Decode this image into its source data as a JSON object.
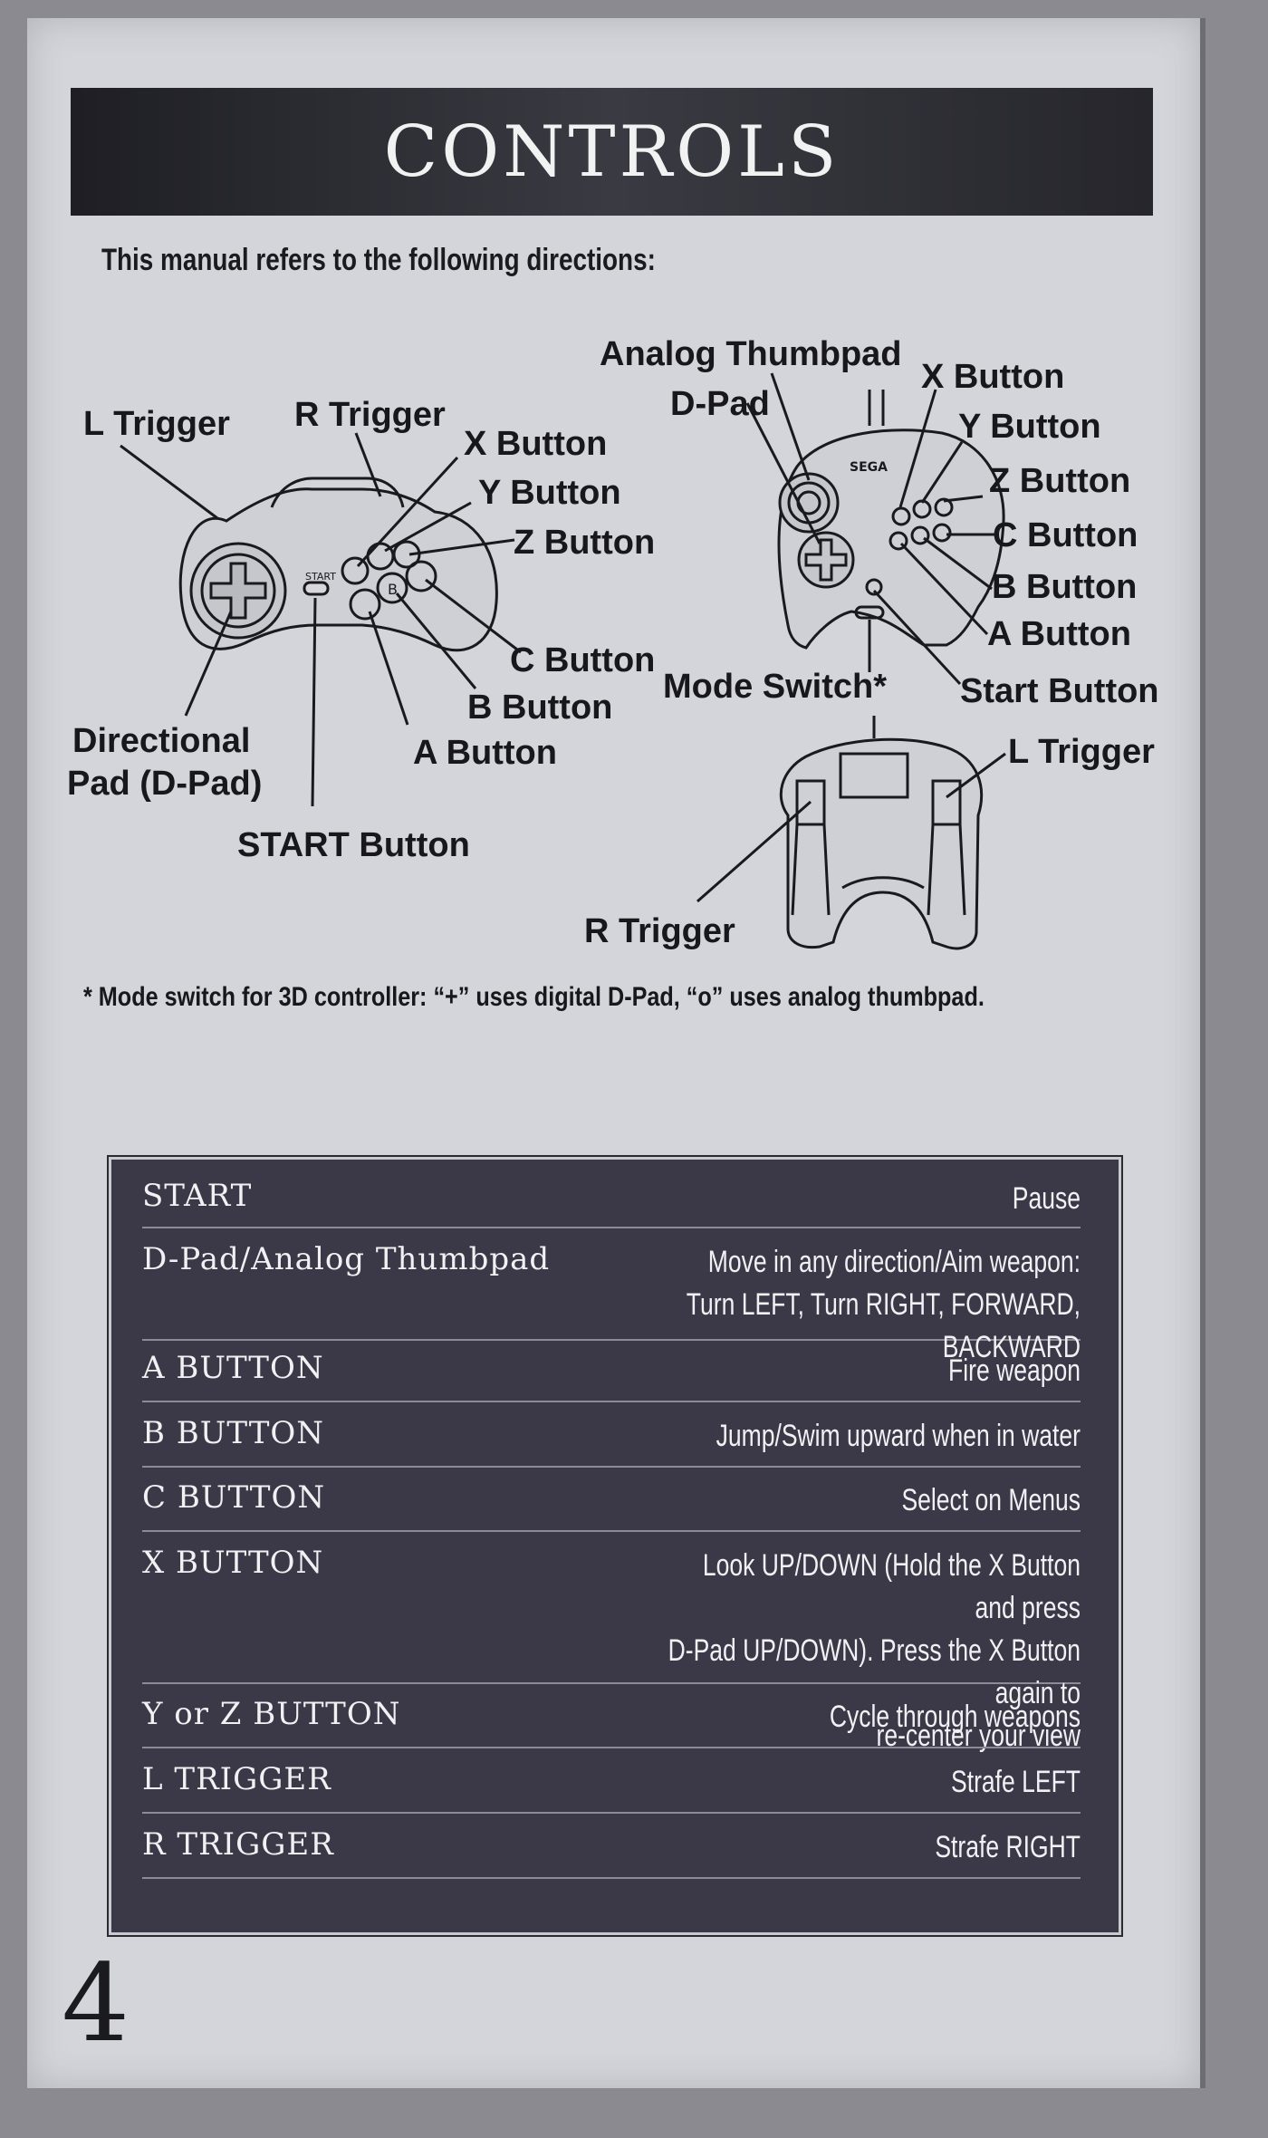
{
  "header": {
    "title": "CONTROLS"
  },
  "intro": "This manual refers to the following directions:",
  "diagram": {
    "control_pad": {
      "labels": {
        "l_trigger": "L Trigger",
        "r_trigger": "R Trigger",
        "x_button": "X Button",
        "y_button": "Y Button",
        "z_button": "Z Button",
        "c_button": "C Button",
        "b_button": "B Button",
        "a_button": "A Button",
        "dpad_line1": "Directional",
        "dpad_line2": "Pad (D-Pad)",
        "start_button": "START Button"
      },
      "start_text": "START"
    },
    "analog_pad": {
      "labels": {
        "analog_thumbpad": "Analog Thumbpad",
        "dpad": "D-Pad",
        "x_button": "X Button",
        "y_button": "Y Button",
        "z_button": "Z Button",
        "c_button": "C Button",
        "b_button": "B Button",
        "a_button": "A Button",
        "mode_switch": "Mode Switch*",
        "start_button": "Start Button",
        "l_trigger": "L Trigger",
        "r_trigger": "R Trigger"
      },
      "brand": "SEGA"
    }
  },
  "footnote": "* Mode switch for 3D controller: “+” uses digital D-Pad, “o” uses analog thumbpad.",
  "controls_table": [
    {
      "key": "START",
      "value_lines": [
        "Pause"
      ]
    },
    {
      "key": "D-Pad/Analog Thumbpad",
      "value_lines": [
        "Move in any direction/Aim weapon:",
        "Turn LEFT, Turn RIGHT, FORWARD, BACKWARD"
      ]
    },
    {
      "key": "A BUTTON",
      "value_lines": [
        "Fire weapon"
      ]
    },
    {
      "key": "B  BUTTON",
      "value_lines": [
        "Jump/Swim upward when in water"
      ]
    },
    {
      "key": "C BUTTON",
      "value_lines": [
        "Select on Menus"
      ]
    },
    {
      "key": "X BUTTON",
      "value_lines": [
        "Look UP/DOWN (Hold the X Button and press",
        "D-Pad UP/DOWN). Press the X Button again to",
        "re-center your view"
      ]
    },
    {
      "key": "Y or Z BUTTON",
      "value_lines": [
        "Cycle through weapons"
      ]
    },
    {
      "key": "L TRIGGER",
      "value_lines": [
        "Strafe LEFT"
      ]
    },
    {
      "key": "R TRIGGER",
      "value_lines": [
        "Strafe RIGHT"
      ]
    }
  ],
  "page_number": "4",
  "colors": {
    "banner": "#2a2a31",
    "table_bg": "#3b3947",
    "page_bg": "#d4d5da"
  }
}
